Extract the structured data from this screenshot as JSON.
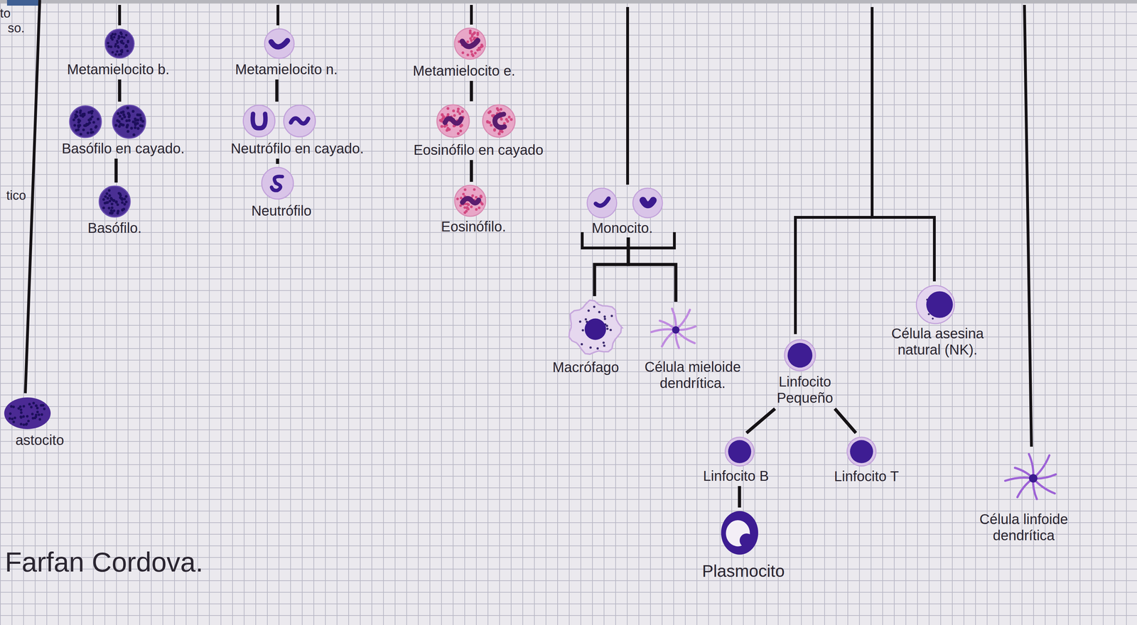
{
  "diagram": {
    "nodes": [
      {
        "text": [
          "Metamielocito b."
        ]
      },
      {
        "text": [
          "Basófilo en cayado."
        ]
      },
      {
        "text": [
          "Basófilo."
        ]
      },
      {
        "text": [
          "Metamielocito n."
        ]
      },
      {
        "text": [
          "Neutrófilo en cayado."
        ]
      },
      {
        "text": [
          "Neutrófilo"
        ]
      },
      {
        "text": [
          "Metamielocito e."
        ]
      },
      {
        "text": [
          "Eosinófilo en cayado"
        ]
      },
      {
        "text": [
          "Eosinófilo."
        ]
      },
      {
        "text": [
          "Monocito."
        ]
      },
      {
        "text": [
          "Macrófago"
        ]
      },
      {
        "text": [
          "Célula mieloide dendrítica."
        ]
      },
      {
        "text": [
          "Linfocito Pequeño"
        ]
      },
      {
        "text": [
          "Célula asesina natural (NK)."
        ]
      },
      {
        "text": [
          "Linfocito B"
        ]
      },
      {
        "text": [
          "Linfocito T"
        ]
      },
      {
        "text": [
          "Plasmocito"
        ]
      },
      {
        "text": [
          "Célula linfoide dendrítica"
        ]
      },
      {
        "text": [
          "astocito"
        ]
      }
    ],
    "edges": [
      {
        "from": 0,
        "to": 1,
        "arrow": "none"
      },
      {
        "from": 1,
        "to": 2,
        "arrow": "none"
      },
      {
        "from": 3,
        "to": 4,
        "arrow": "none"
      },
      {
        "from": 4,
        "to": 5,
        "arrow": "none"
      },
      {
        "from": 6,
        "to": 7,
        "arrow": "none"
      },
      {
        "from": 7,
        "to": 8,
        "arrow": "none"
      },
      {
        "from": 9,
        "to": 10,
        "arrow": "none"
      },
      {
        "from": 9,
        "to": 11,
        "arrow": "none"
      },
      {
        "from": 12,
        "to": 14,
        "arrow": "none"
      },
      {
        "from": 12,
        "to": 15,
        "arrow": "none"
      },
      {
        "from": 14,
        "to": 16,
        "arrow": "none"
      }
    ],
    "labels": [
      "to",
      "so.",
      "tico",
      "Farfan Cordova."
    ]
  }
}
